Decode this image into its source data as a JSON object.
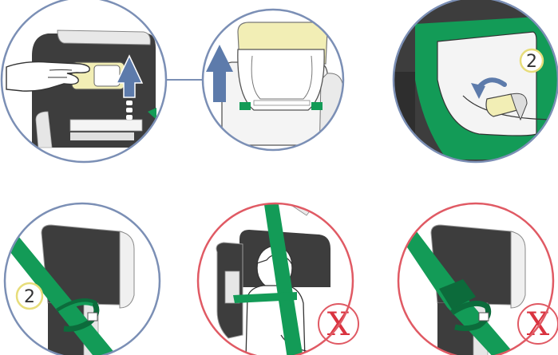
{
  "step_badges": [
    "2",
    "2"
  ],
  "warning_marks": [
    "X",
    "X"
  ],
  "colors": {
    "panel_border_blue": "#7b8fb5",
    "panel_border_red": "#e05a64",
    "strap_green": "#139b57",
    "strap_dark_green": "#0c6b3b",
    "seat_dark": "#3d3d3d",
    "seat_light": "#efefef",
    "cushion_yellow": "#f2eeb5",
    "arrow_blue": "#5d7bab",
    "badge_yellow": "#e7dd7a",
    "x_red": "#d9333f"
  },
  "icons": [
    "hand-icon",
    "up-arrow-icon",
    "rotate-arrow-icon",
    "child-icon"
  ]
}
